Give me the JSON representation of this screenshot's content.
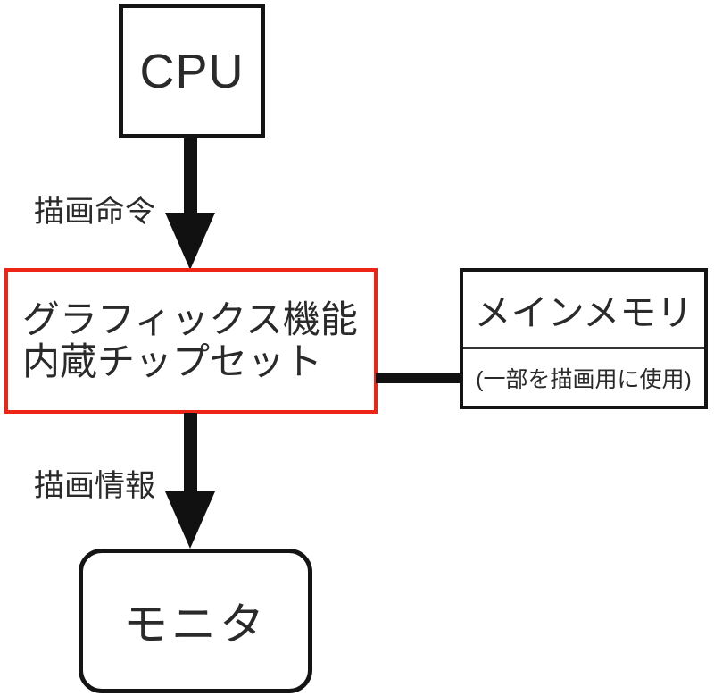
{
  "nodes": {
    "cpu": {
      "label": "CPU"
    },
    "chipset": {
      "lines": [
        "グラフィックス機能",
        "内蔵チップセット"
      ]
    },
    "memory": {
      "title": "メインメモリ",
      "note": "(一部を描画用に使用)"
    },
    "monitor": {
      "label": "モニタ"
    }
  },
  "edges": {
    "cpu_to_chipset": {
      "label": "描画命令"
    },
    "chipset_to_monitor": {
      "label": "描画情報"
    }
  },
  "colors": {
    "background": "#ffffff",
    "line": "#111111",
    "box_border": "#141414",
    "chipset_highlight_border": "#ee2417",
    "text": "#2a2a2a"
  }
}
